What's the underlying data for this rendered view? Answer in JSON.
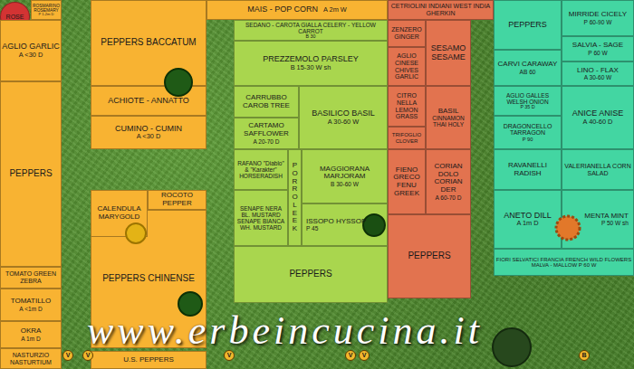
{
  "diagram": {
    "nodes": [
      {
        "text": [
          "ROSE"
        ]
      },
      {
        "text": [
          "ROSMARINO ROSEMARY",
          "P 1-2m D"
        ]
      },
      {
        "text": [
          "AGLIO GARLIC",
          "A <30 D"
        ]
      },
      {
        "text": [
          "PEPPERS"
        ]
      },
      {
        "text": [
          "TOMATO GREEN ZEBRA"
        ]
      },
      {
        "text": [
          "TOMATILLO",
          "A <1m D"
        ]
      },
      {
        "text": [
          "OKRA",
          "A 1m D"
        ]
      },
      {
        "text": [
          "NASTURZIO NASTURTIUM"
        ]
      },
      {
        "text": [
          "PEPPERS BACCATUM"
        ]
      },
      {
        "text": [
          "ACHIOTE - ANNATTO"
        ]
      },
      {
        "text": [
          "CUMINO - CUMIN",
          "A <30 D"
        ]
      },
      {
        "text": [
          "CALENDULA MARYGOLD"
        ]
      },
      {
        "text": [
          "ROCOTO PEPPER"
        ]
      },
      {
        "text": [
          "PEPPERS CHINENSE"
        ]
      },
      {
        "text": [
          "U.S. PEPPERS"
        ]
      },
      {
        "text": [
          "MAIS - POP CORN",
          "A 2m W"
        ]
      },
      {
        "text": [
          "SEDANO - CAROTA GIALLA CELERY - YELLOW CARROT",
          "B 30"
        ]
      },
      {
        "text": [
          "PREZZEMOLO PARSLEY",
          "B 15-30 W sh"
        ]
      },
      {
        "text": [
          "CARRUBBO CAROB TREE"
        ]
      },
      {
        "text": [
          "CARTAMO SAFFLOWER",
          "A 20-70 D"
        ]
      },
      {
        "text": [
          "BASILICO BASIL",
          "A 30-60 W"
        ]
      },
      {
        "text": [
          "RAFANO \"Diablo\" & \"Karakter\" HORSERADISH"
        ]
      },
      {
        "text": [
          "SENAPE NERA BL. MUSTARD SENAPE BIANCA WH. MUSTARD"
        ]
      },
      {
        "text": [
          "PORRO LEEK"
        ]
      },
      {
        "text": [
          "MAGGIORANA MARJORAM",
          "B 30-60 W"
        ]
      },
      {
        "text": [
          "ISSOPO HYSSOP",
          "P 45"
        ]
      },
      {
        "text": [
          "PEPPERS"
        ]
      },
      {
        "text": [
          "CETRIOLINI INDIANI WEST INDIA GHERKIN"
        ]
      },
      {
        "text": [
          "ZENZERO GINGER"
        ]
      },
      {
        "text": [
          "SESAMO SESAME"
        ]
      },
      {
        "text": [
          "AGLIO CINESE CHIVES GARLIC"
        ]
      },
      {
        "text": [
          "CITRO NELLA LEMON GRASS"
        ]
      },
      {
        "text": [
          "TRIFOGLIO CLOVER"
        ]
      },
      {
        "text": [
          "BASIL",
          "CINNAMON THAI HOLY"
        ]
      },
      {
        "text": [
          "FIENO GRECO FENU GREEK"
        ]
      },
      {
        "text": [
          "CORIAN DOLO CORIAN DER",
          "A 60-70 D"
        ]
      },
      {
        "text": [
          "PEPPERS"
        ]
      },
      {
        "text": [
          "PEPPERS"
        ]
      },
      {
        "text": [
          "MIRRIDE CICELY",
          "P 60-90 W"
        ]
      },
      {
        "text": [
          "SALVIA - SAGE",
          "P 60 W"
        ]
      },
      {
        "text": [
          "CARVI CARAWAY",
          "AB 60"
        ]
      },
      {
        "text": [
          "LINO - FLAX",
          "A 30-60 W"
        ]
      },
      {
        "text": [
          "AGLIO GALLES WELSH ONION",
          "P 35 D"
        ]
      },
      {
        "text": [
          "DRAGONCELLO TARRAGON",
          "P 90"
        ]
      },
      {
        "text": [
          "ANICE ANISE",
          "A 40-60 D"
        ]
      },
      {
        "text": [
          "RAVANELLI RADISH"
        ]
      },
      {
        "text": [
          "VALERIANELLA CORN SALAD"
        ]
      },
      {
        "text": [
          "ANETO DILL",
          "A 1m D"
        ]
      },
      {
        "text": [
          "MENTA MINT",
          "P 50 W sh"
        ]
      },
      {
        "text": [
          "FIORI SELVATICI FRANCIA FRENCH WILD FLOWERS MALVA - MALLOW P 60 W"
        ]
      },
      {
        "text": [
          "V"
        ]
      },
      {
        "text": [
          "V"
        ]
      },
      {
        "text": [
          "V"
        ]
      },
      {
        "text": [
          "V"
        ]
      },
      {
        "text": [
          "V"
        ]
      },
      {
        "text": [
          "B"
        ]
      }
    ],
    "labels": [
      "www.erbeincucina.it"
    ]
  }
}
